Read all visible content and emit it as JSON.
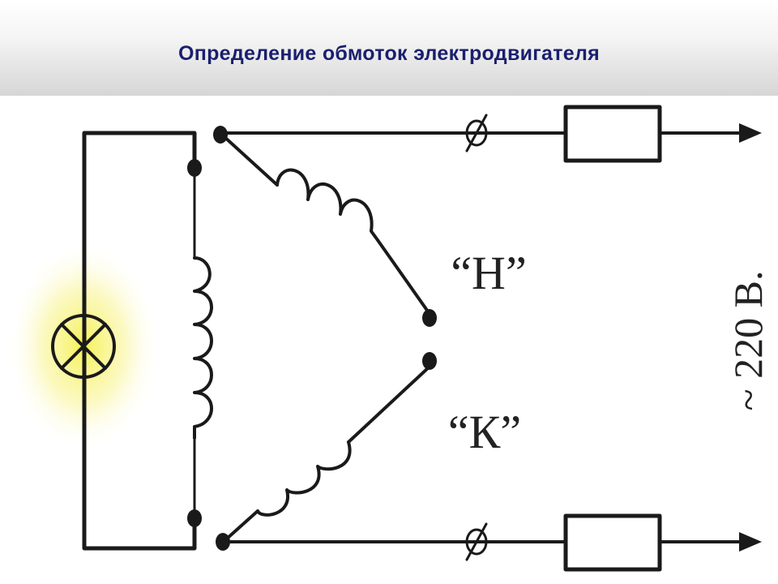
{
  "title": "Определение обмоток электродвигателя",
  "labels": {
    "start_terminal": "“Н”",
    "end_terminal": "“К”",
    "voltage": "~ 220 В."
  },
  "colors": {
    "title": "#1a1f6e",
    "wire": "#1a1a1a",
    "lamp_glow": "#f5ef3a"
  }
}
